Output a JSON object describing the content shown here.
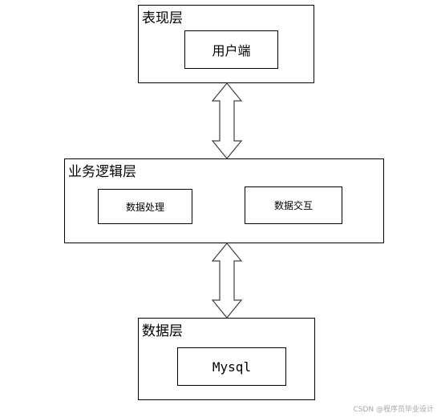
{
  "diagram": {
    "presentation_layer": {
      "title": "表现层",
      "modules": [
        "用户端"
      ]
    },
    "business_layer": {
      "title": "业务逻辑层",
      "modules": [
        "数据处理",
        "数据交互"
      ]
    },
    "data_layer": {
      "title": "数据层",
      "modules": [
        "Mysql"
      ]
    },
    "connectors": [
      {
        "from": "表现层",
        "to": "业务逻辑层",
        "type": "bidirectional"
      },
      {
        "from": "业务逻辑层",
        "to": "数据层",
        "type": "bidirectional"
      }
    ]
  },
  "watermark": "CSDN @程序员毕业设计",
  "colors": {
    "stroke": "#000000",
    "arrow_fill": "#ffffff",
    "arrow_stroke": "#404040",
    "watermark": "#a6a6a6"
  }
}
